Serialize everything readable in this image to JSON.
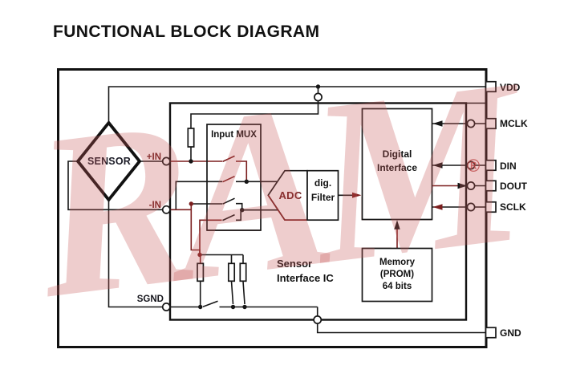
{
  "title": "FUNCTIONAL BLOCK DIAGRAM",
  "watermark": {
    "text": "RAM",
    "reg": "®"
  },
  "sensor": {
    "label": "SENSOR"
  },
  "terminals": {
    "plus_in": "+IN",
    "minus_in": "-IN",
    "sgnd": "SGND"
  },
  "pins": {
    "vdd": "VDD",
    "mclk": "MCLK",
    "din": "DIN",
    "dout": "DOUT",
    "sclk": "SCLK",
    "gnd": "GND"
  },
  "blocks": {
    "input_mux": "Input MUX",
    "adc": "ADC",
    "dig_filter": {
      "line1": "dig.",
      "line2": "Filter"
    },
    "digital_interface": {
      "line1": "Digital",
      "line2": "Interface"
    },
    "memory": {
      "line1": "Memory",
      "line2": "(PROM)",
      "line3": "64 bits"
    },
    "ic_label": {
      "line1": "Sensor",
      "line2": "Interface IC"
    }
  },
  "colors": {
    "wire": "#161616",
    "wire_accent": "#7b1e1e",
    "watermark": "#c65858"
  }
}
